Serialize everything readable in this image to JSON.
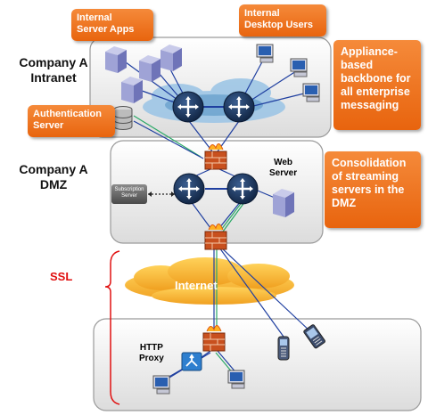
{
  "zones": {
    "intranet": "Company A\nIntranet",
    "dmz": "Company A\nDMZ"
  },
  "callouts": {
    "server_apps": "Internal\nServer Apps",
    "desktop_users": "Internal\nDesktop Users",
    "auth_server": "Authentication\nServer",
    "backbone": "Appliance-\nbased\nbackbone for\nall enterprise\nmessaging",
    "streaming": "Consolidation\nof streaming\nservers in the\nDMZ"
  },
  "labels": {
    "subscription_server": "Subscription\nServer",
    "web_server": "Web\nServer",
    "internet": "Internet",
    "http_proxy": "HTTP\nProxy",
    "ssl": "SSL"
  },
  "colors": {
    "callout": "#ef7a24",
    "ssl": "#e01010",
    "link_blue": "#1f3fa0",
    "link_green": "#2aa866",
    "cloud_orange": "#f7b733"
  }
}
